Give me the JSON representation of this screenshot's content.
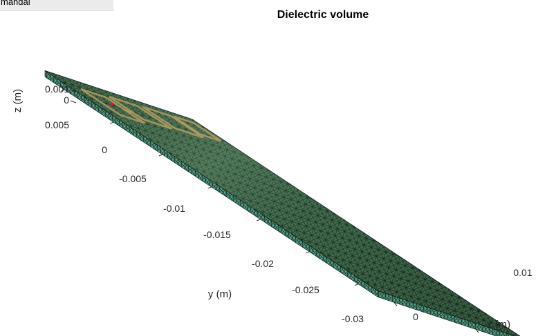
{
  "window": {
    "tab_label": "mandal"
  },
  "chart_data": {
    "type": "3d-mesh",
    "title": "Dielectric volume",
    "xlabel": "x (m)",
    "ylabel": "y (m)",
    "zlabel": "z (m)",
    "x_ticks": [
      "0",
      "0.01"
    ],
    "y_ticks": [
      "0",
      "-0.005",
      "-0.01",
      "-0.015",
      "-0.02",
      "-0.025",
      "-0.03"
    ],
    "z_ticks": [
      "0.001",
      "0",
      "0.005"
    ],
    "xlim": [
      -0.002,
      0.016
    ],
    "ylim": [
      -0.032,
      0.002
    ],
    "zlim": [
      0,
      0.001
    ],
    "grid": false,
    "legend": "none",
    "colors": {
      "dielectric_fill": "#3d6648",
      "dielectric_side": "#58a088",
      "mesh_edge": "#0a150e",
      "metal_strip": "#b09a60",
      "feed_point": "#e8102a"
    }
  }
}
